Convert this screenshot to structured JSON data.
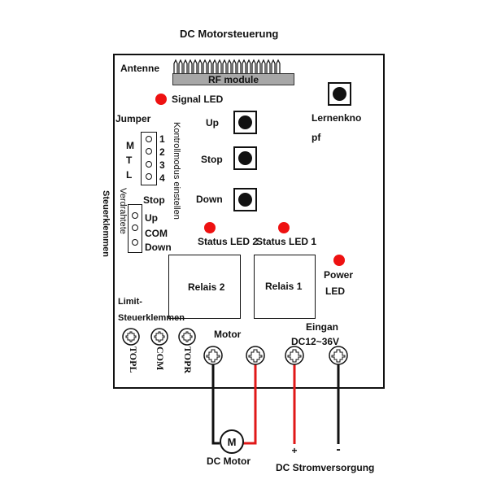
{
  "diagram": {
    "title": "DC Motorsteuerung",
    "antenna_label": "Antenne",
    "rf_module_label": "RF module",
    "signal_led_label": "Signal LED",
    "learn_button_label_line1": "Lernenkno",
    "learn_button_label_line2": "pf",
    "jumper_label": "Jumper",
    "jumper_letters": [
      "M",
      "T",
      "L"
    ],
    "jumper_numbers": [
      "1",
      "2",
      "3",
      "4"
    ],
    "control_mode_label": "Kontrollmodus einstellen",
    "buttons": {
      "up": "Up",
      "stop": "Stop",
      "down": "Down"
    },
    "wired_terminals": {
      "stop": "Stop",
      "up": "Up",
      "com": "COM",
      "down": "Down"
    },
    "wired_label": "Verdrahtete",
    "control_terminals_label": "Steuerklemmen",
    "status_led_2": "Status LED 2",
    "status_led_1": "Status LED 1",
    "power_led_line1": "Power",
    "power_led_line2": "LED",
    "relay_2": "Relais 2",
    "relay_1": "Relais 1",
    "limit_label_line1": "Limit-",
    "limit_label_line2": "Steuerklemmen",
    "limit_terminals": [
      "TOPL",
      "COM",
      "TOPR"
    ],
    "motor_label": "Motor",
    "input_label_line1": "Eingan",
    "input_label_line2": "DC12~36V",
    "motor_symbol": "M",
    "plus": "+",
    "minus": "-",
    "dc_motor": "DC Motor",
    "dc_supply": "DC Stromversorgung",
    "colors": {
      "led": "#ee1111",
      "wire_red": "#e01818",
      "wire_black": "#111111",
      "rf_bar": "#a7a7a7"
    }
  }
}
